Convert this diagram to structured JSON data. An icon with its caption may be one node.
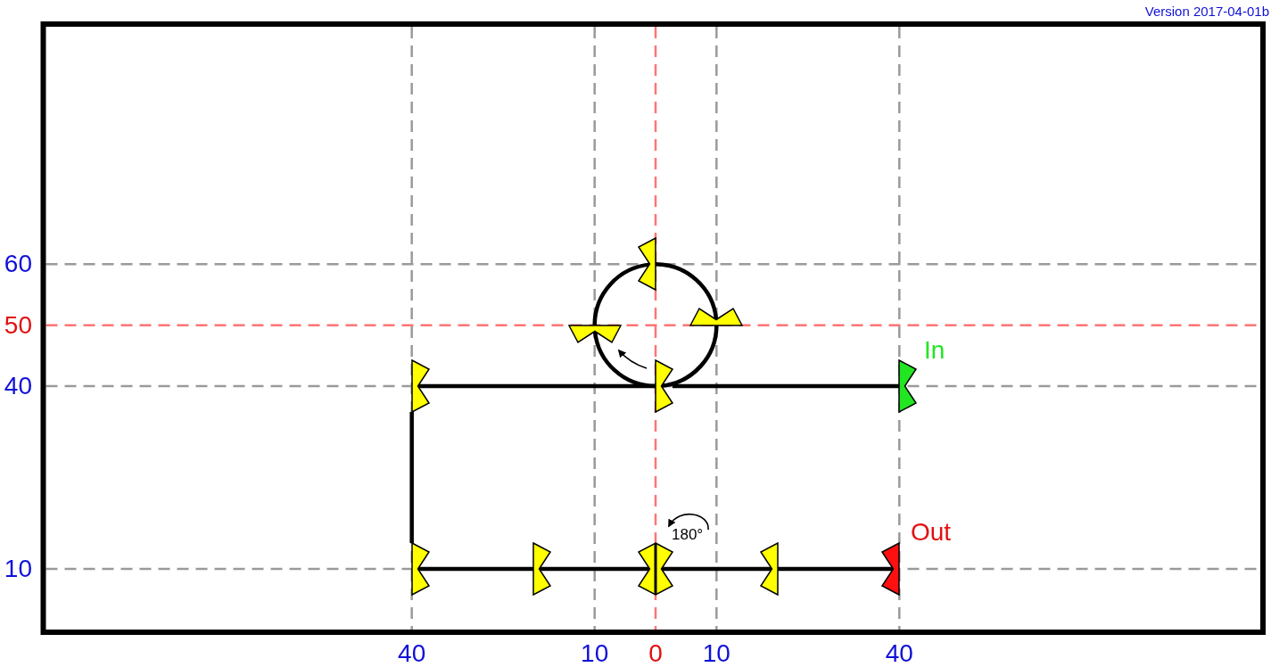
{
  "diagram": {
    "nodes": [
      {
        "text": [],
        "shape": "bowtie"
      },
      {
        "text": [],
        "shape": "bowtie"
      },
      {
        "text": [],
        "shape": "bowtie"
      },
      {
        "text": [],
        "shape": "bowtie"
      },
      {
        "text": [],
        "shape": "bowtie"
      },
      {
        "text": [],
        "shape": "bowtie",
        "beside": [
          "In"
        ]
      },
      {
        "text": [],
        "shape": "bowtie"
      },
      {
        "text": [],
        "shape": "bowtie"
      },
      {
        "text": [],
        "shape": "bowtie"
      },
      {
        "text": [],
        "shape": "bowtie"
      },
      {
        "text": [],
        "shape": "bowtie",
        "beside": [
          "Out"
        ]
      }
    ],
    "edges": [
      {
        "from": 5,
        "to": 4,
        "arrow": "none"
      },
      {
        "from": 4,
        "to": 1,
        "arrow": "none"
      },
      {
        "from": 1,
        "to": 0,
        "arrow": "none"
      },
      {
        "from": 0,
        "to": 2,
        "arrow": "none"
      },
      {
        "from": 2,
        "to": 4,
        "arrow": "none"
      },
      {
        "from": 4,
        "to": 3,
        "arrow": "none"
      },
      {
        "from": 3,
        "to": 6,
        "arrow": "none"
      },
      {
        "from": 6,
        "to": 7,
        "arrow": "none"
      },
      {
        "from": 7,
        "to": 8,
        "arrow": "none"
      },
      {
        "from": 8,
        "to": 9,
        "arrow": "none"
      },
      {
        "from": 9,
        "to": 10,
        "arrow": "none"
      }
    ],
    "labels": [
      "Version 2017-04-01b",
      "60",
      "50",
      "40",
      "180°",
      "10",
      "40",
      "10",
      "0",
      "10",
      "40"
    ]
  }
}
